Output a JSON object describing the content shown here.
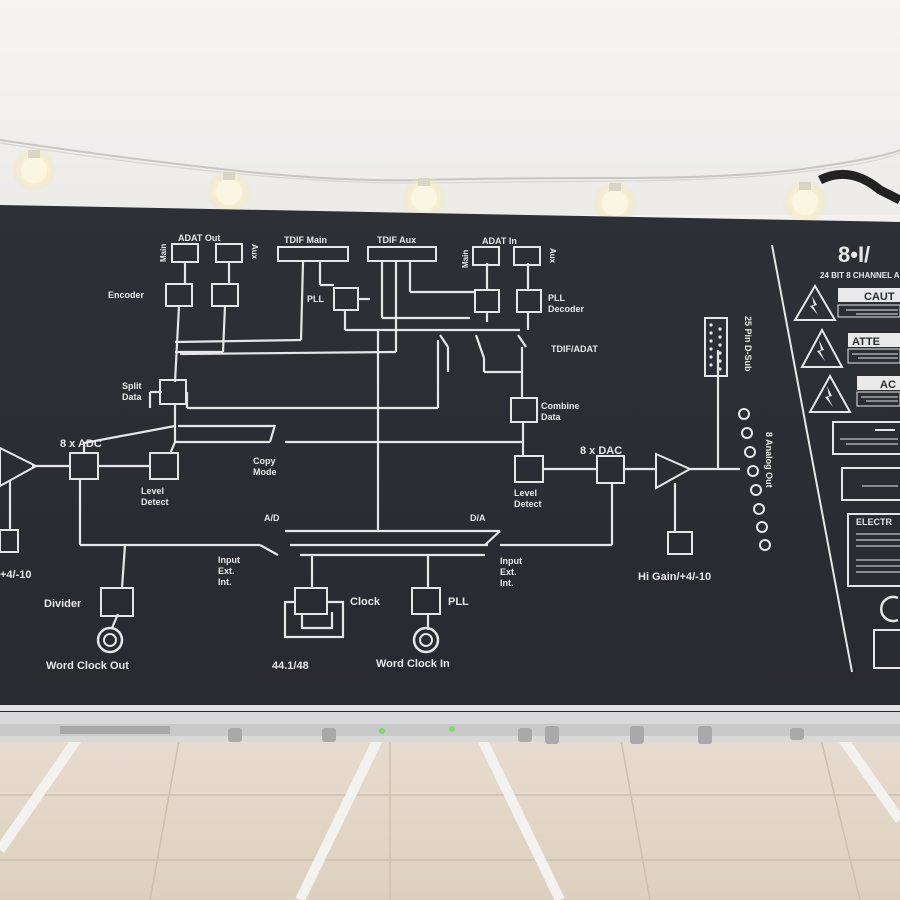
{
  "panel": {
    "colors": {
      "panel": "#2c3034",
      "print": "#e6e6e6",
      "chassis": "#d6d6d6",
      "wall": "#f3f1ee",
      "floor": "#e3d6c6",
      "led": "#7fdc6a"
    },
    "brand": "8•I/",
    "model_line": "24 BIT 8 CHANNEL A",
    "labels": {
      "adat_out": "ADAT Out",
      "adat_out_main": "Main",
      "adat_out_aux": "Aux",
      "tdif_main": "TDIF Main",
      "tdif_aux": "TDIF Aux",
      "adat_in": "ADAT In",
      "adat_in_main": "Main",
      "adat_in_aux": "Aux",
      "encoder": "Encoder",
      "pll_top": "PLL",
      "pll_decoder_1": "PLL",
      "pll_decoder_2": "Decoder",
      "tdif_adat": "TDIF/ADAT",
      "dsub": "25 Pin D-Sub",
      "split_data_1": "Split",
      "split_data_2": "Data",
      "combine_data_1": "Combine",
      "combine_data_2": "Data",
      "adc": "8 x ADC",
      "dac": "8 x DAC",
      "level_detect_left_1": "Level",
      "level_detect_left_2": "Detect",
      "level_detect_right_1": "Level",
      "level_detect_right_2": "Detect",
      "copy_mode_1": "Copy",
      "copy_mode_2": "Mode",
      "analog_out": "8 Analog Out",
      "ad": "A/D",
      "da": "D/A",
      "input_left_1": "Input",
      "input_left_2": "Ext.",
      "input_left_3": "Int.",
      "input_right_1": "Input",
      "input_right_2": "Ext.",
      "input_right_3": "Int.",
      "gain_left": "+4/-10",
      "gain_right": "Hi Gain/+4/-10",
      "divider": "Divider",
      "clock": "Clock",
      "pll_bottom": "PLL",
      "word_clock_out": "Word Clock Out",
      "word_clock_in": "Word Clock In",
      "rate": "44.1/48"
    },
    "warnings": [
      {
        "title": "CAUT"
      },
      {
        "title": "ATTE"
      },
      {
        "title": "AC"
      }
    ],
    "notices": {
      "electr": "ELECTR"
    }
  }
}
